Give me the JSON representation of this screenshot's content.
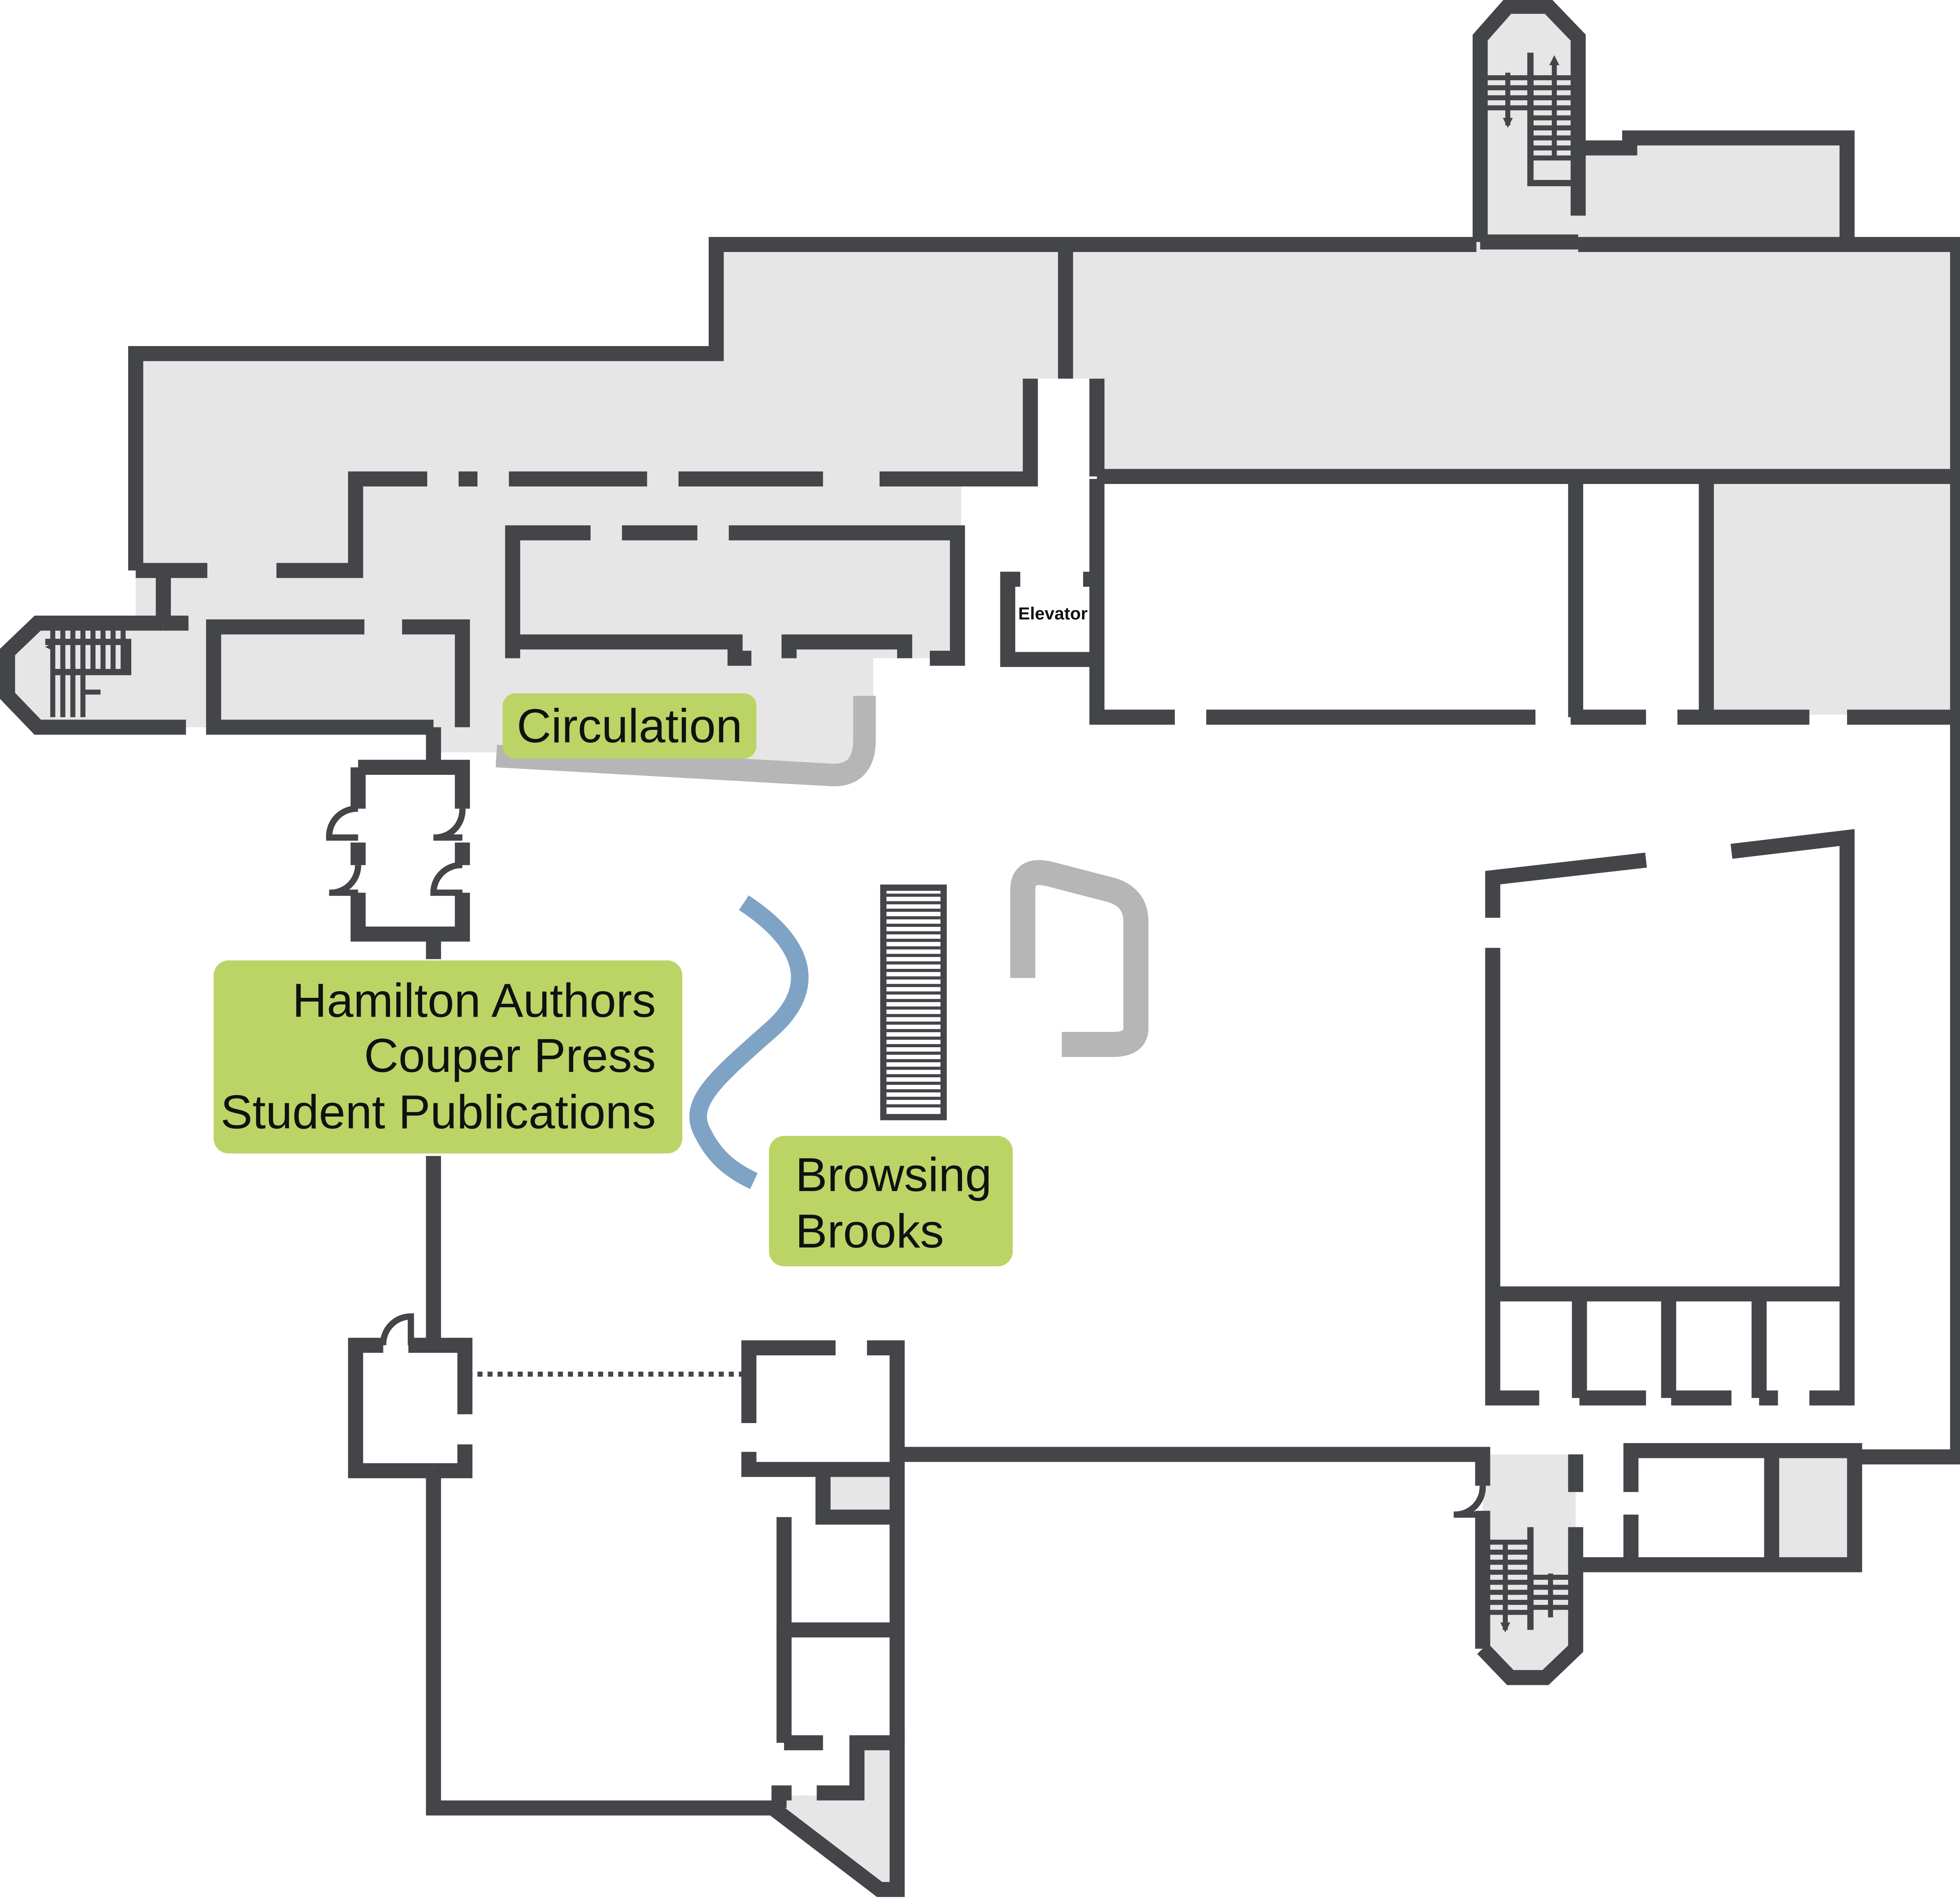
{
  "map": {
    "colors": {
      "wall": "#444548",
      "shaded_area": "#e6e6e6",
      "label_fill": "#bbd465",
      "desk": "#b6b6b6",
      "curved_shelf": "#7fa3c4",
      "background": "#ffffff"
    },
    "labels": {
      "circulation": "Circulation",
      "collections_line1": "Hamilton Authors",
      "collections_line2": "Couper Press",
      "collections_line3": "Student Publications",
      "browsing_line1": "Browsing",
      "browsing_line2": "Brooks",
      "elevator": "Elevator"
    },
    "icons": [
      "stairwell-west-icon",
      "stairwell-north-icon",
      "stairwell-south-icon",
      "central-stair-icon",
      "door-swing-icon"
    ]
  }
}
